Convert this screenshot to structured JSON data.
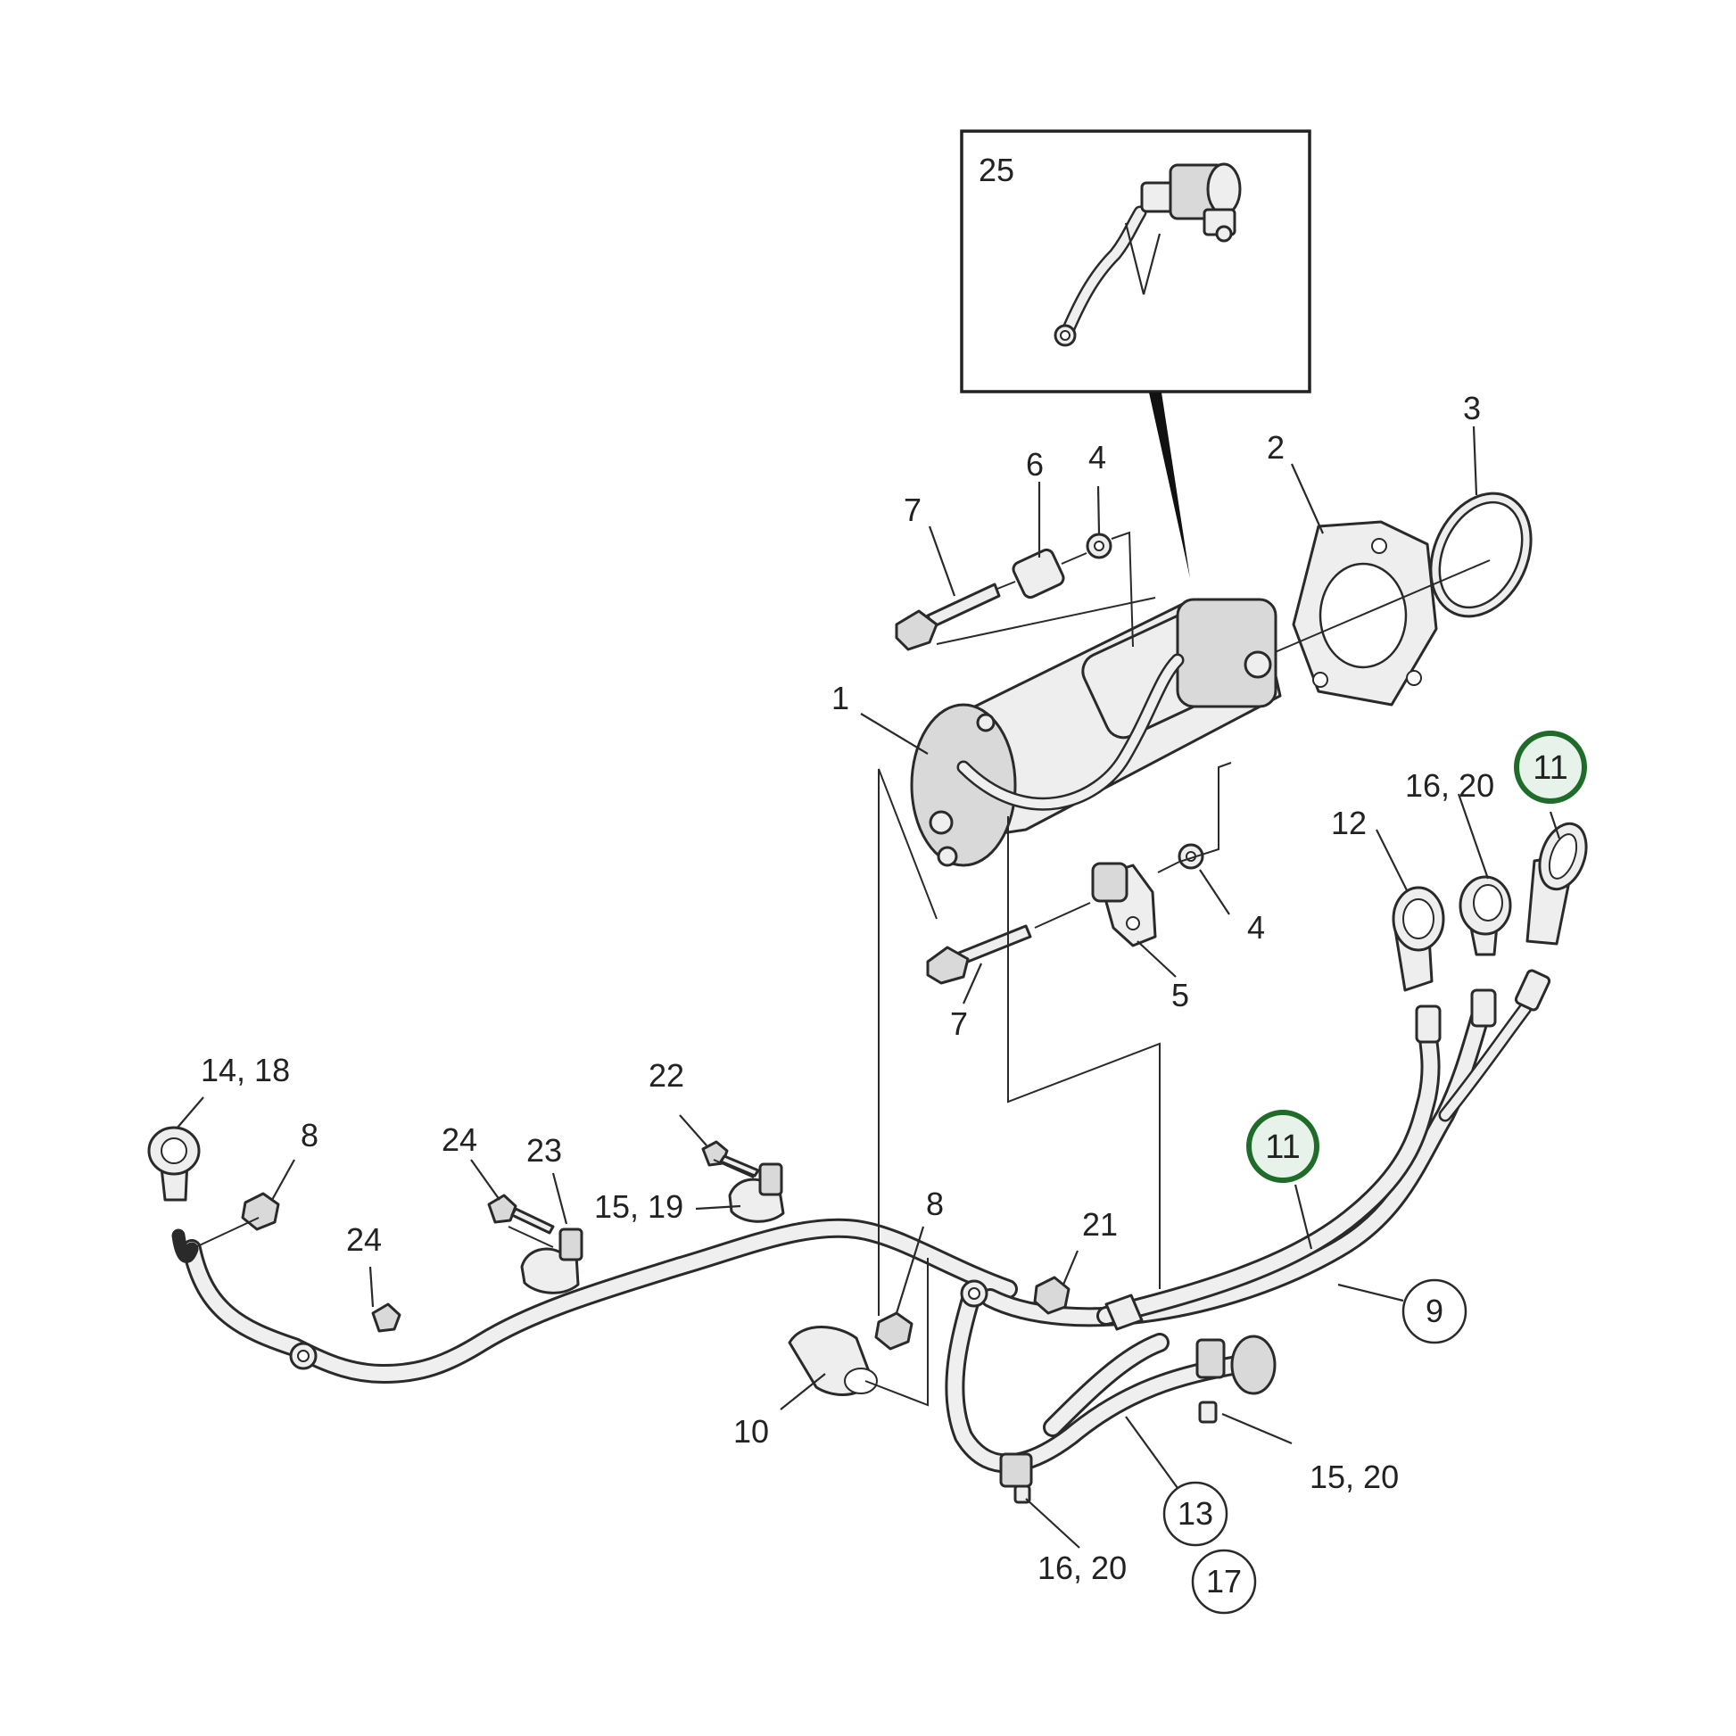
{
  "callouts": {
    "c25": "25",
    "c3": "3",
    "c2": "2",
    "c6": "6",
    "c4_top": "4",
    "c7_top": "7",
    "c1": "1",
    "c11_right": "11",
    "c16_20_top": "16, 20",
    "c12": "12",
    "c4_bottom": "4",
    "c5": "5",
    "c7_bottom": "7",
    "c14_18": "14, 18",
    "c22": "22",
    "c8_left": "8",
    "c24_top": "24",
    "c23": "23",
    "c15_19": "15, 19",
    "c11_mid": "11",
    "c24_bottom": "24",
    "c8_mid": "8",
    "c21": "21",
    "c9": "9",
    "c10": "10",
    "c15_20": "15, 20",
    "c13": "13",
    "c16_20_bottom": "16, 20",
    "c17": "17"
  },
  "colors": {
    "highlight_ring": "#1f6b2a",
    "highlight_fill": "#e6f2ea",
    "line": "#2a2a2a",
    "part_fill": "#eeeeee"
  }
}
